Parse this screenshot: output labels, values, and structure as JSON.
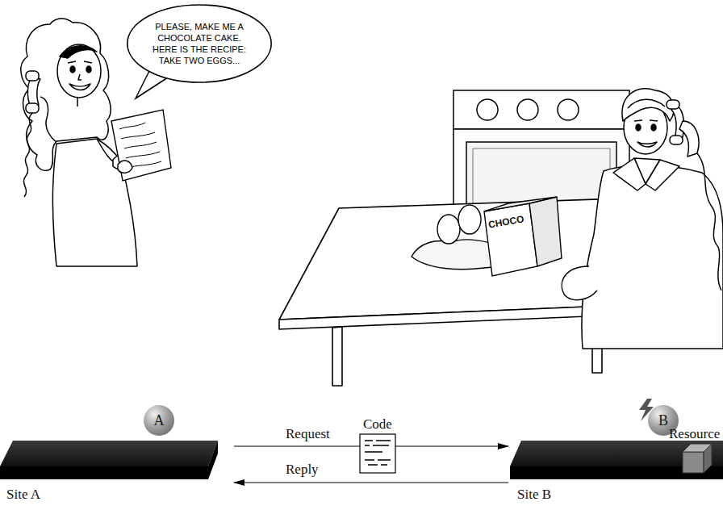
{
  "diagram": {
    "nodes": [
      {
        "text": [
          "PLEASE, MAKE ME A CHOCOLATE CAKE. HERE IS THE RECIPE: TAKE TWO EGGS..."
        ]
      },
      {
        "text": [
          "A"
        ]
      },
      {
        "text": [
          "B"
        ]
      }
    ],
    "edges": [
      {
        "from": 1,
        "to": 2,
        "arrow": "to",
        "label": "Request"
      },
      {
        "from": 2,
        "to": 1,
        "arrow": "to",
        "label": "Reply"
      }
    ],
    "labels": [
      "Code",
      "Resource",
      "Site A",
      "Site B",
      "CHOCO"
    ]
  }
}
